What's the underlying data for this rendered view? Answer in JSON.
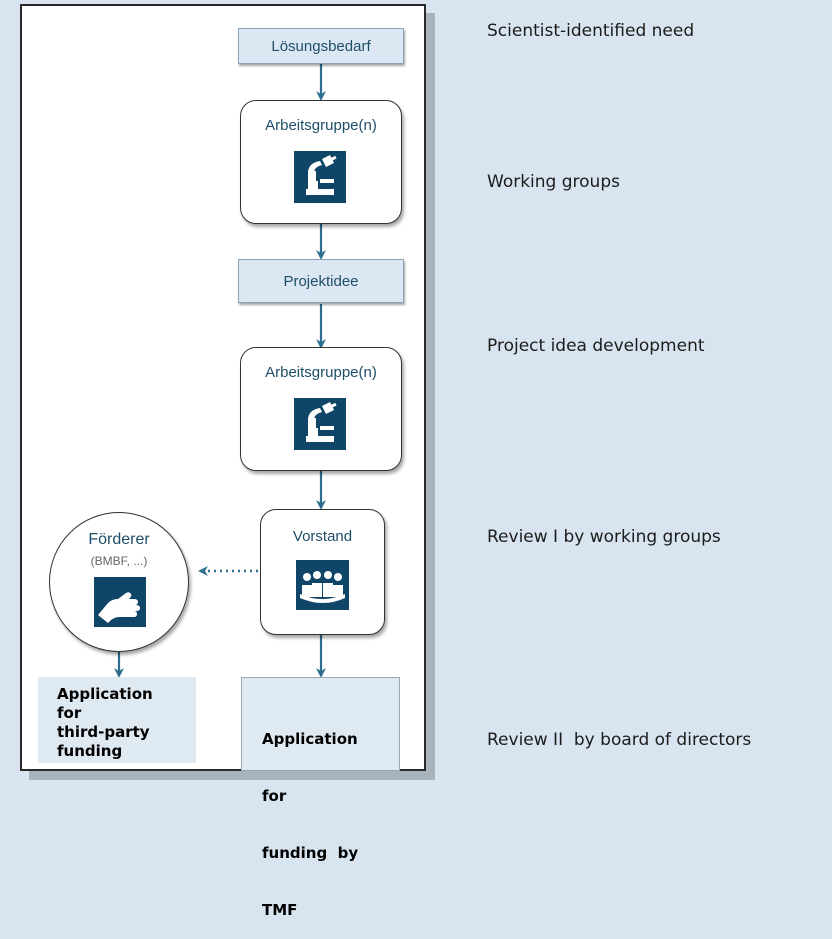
{
  "flow": {
    "need_label": "Lösungsbedarf",
    "working_group_label_1": "Arbeitsgruppe(n)",
    "project_idea_label": "Projektidee",
    "working_group_label_2": "Arbeitsgruppe(n)",
    "board_label": "Vorstand",
    "funder_label": "Förderer",
    "funder_sub": "(BMBF, ...)",
    "app_third_party": [
      "Application",
      "for",
      "third-party",
      "funding"
    ],
    "app_tmf": [
      "Application",
      "for",
      "funding  by",
      "TMF"
    ]
  },
  "annotations": [
    "Scientist-identified need",
    "Working groups",
    "Project idea development",
    "Review I by working groups",
    "Review II  by board of directors"
  ],
  "colors": {
    "background": "#d8e4ef",
    "accent": "#1e4e68",
    "icon_tile": "#0f4667",
    "arrow": "#2d6e8e"
  },
  "icons": [
    "microscope-icon",
    "microscope-icon",
    "meeting-icon",
    "hand-icon"
  ]
}
